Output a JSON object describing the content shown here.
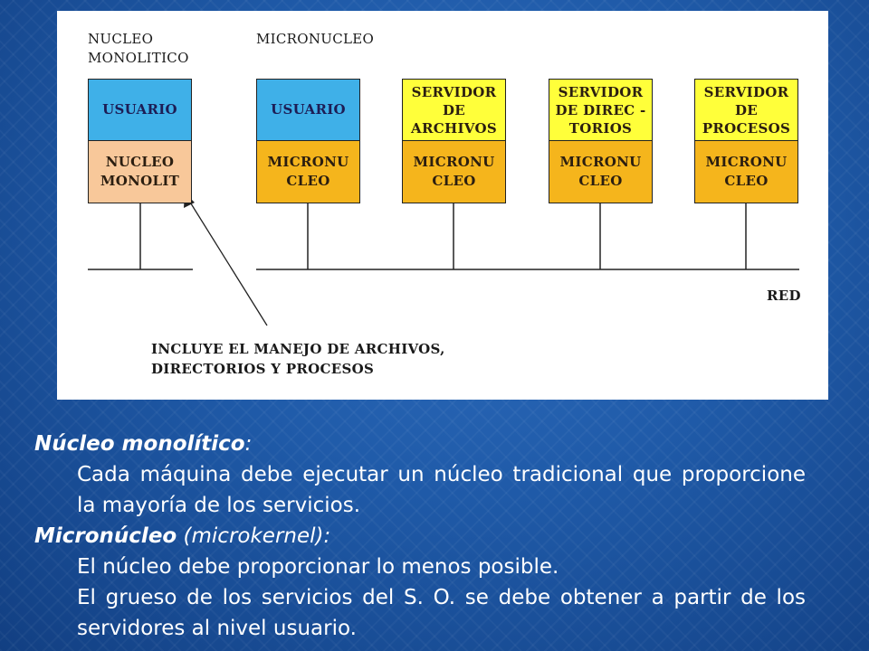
{
  "diagram": {
    "monolithic_label_line1": "NUCLEO",
    "monolithic_label_line2": "MONOLITICO",
    "micro_label": "MICRONUCLEO",
    "monolithic_user": "USUARIO",
    "monolithic_kernel": "NUCLEO\nMONOLIT",
    "micro_user": "USUARIO",
    "server_files": "SERVIDOR\nDE\nARCHIVOS",
    "server_dirs": "SERVIDOR\nDE DIREC -\nTORIOS",
    "server_procs": "SERVIDOR\nDE\nPROCESOS",
    "micro_kernel": "MICRONU\nCLEO",
    "network_label": "RED",
    "note_line1": "INCLUYE EL MANEJO DE ARCHIVOS,",
    "note_line2": "DIRECTORIOS Y PROCESOS",
    "colors": {
      "user_box": "#3fb0e8",
      "monolithic_kernel_box": "#f8c89a",
      "microkernel_box": "#f5b51c",
      "server_box": "#ffff3a"
    }
  },
  "text": {
    "monolithic_heading": "Núcleo monolítico",
    "monolithic_colon": ":",
    "monolithic_desc": "Cada máquina debe ejecutar un núcleo tradicional que proporcione la mayoría de los servicios.",
    "micro_heading": "Micronúcleo",
    "micro_paren": " (microkernel):",
    "micro_desc1": "El núcleo debe proporcionar lo menos posible.",
    "micro_desc2": "El grueso de los servicios del S. O. se debe obtener a partir de los servidores al nivel usuario."
  }
}
